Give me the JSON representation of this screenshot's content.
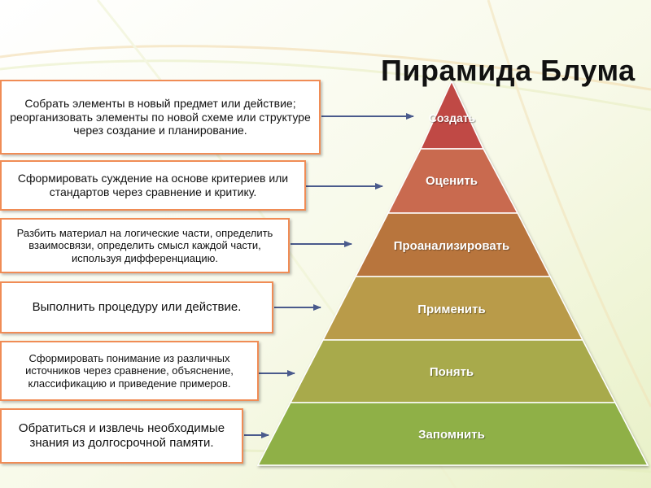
{
  "title": "Пирамида Блума",
  "colors": {
    "box_border": "#f08c55",
    "arrow": "#4a5a8c",
    "level1": "#c04a44",
    "level2": "#c96a50",
    "level3": "#b8743e",
    "level4": "#b99b4a",
    "level5": "#a8aa4c",
    "level6": "#8fb047"
  },
  "levels": [
    {
      "label": "Создать",
      "description": "Собрать элементы в новый предмет или действие; реорганизовать элементы по новой схеме или структуре через создание и планирование."
    },
    {
      "label": "Оценить",
      "description": "Сформировать суждение на основе критериев или стандартов через сравнение и критику."
    },
    {
      "label": "Проанализировать",
      "description": "Разбить материал на логические части, определить взаимосвязи, определить смысл каждой части, используя дифференциацию."
    },
    {
      "label": "Применить",
      "description": "Выполнить процедуру или действие."
    },
    {
      "label": "Понять",
      "description": "Сформировать понимание из различных источников через сравнение, объяснение, классификацию и приведение примеров."
    },
    {
      "label": "Запомнить",
      "description": "Обратиться и извлечь необходимые знания из долгосрочной памяти."
    }
  ]
}
